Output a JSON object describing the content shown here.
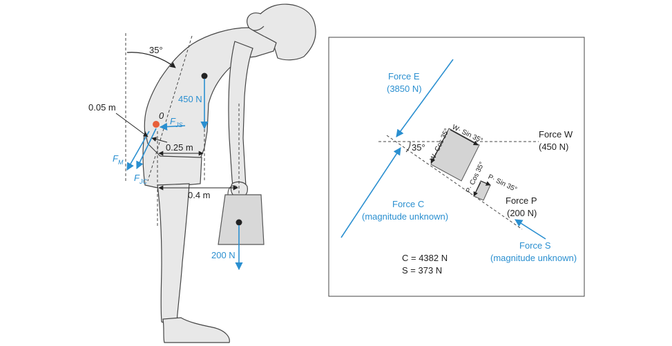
{
  "colors": {
    "force_blue": "#2a8fd0",
    "body_fill": "#e8e8e8",
    "body_stroke": "#444444",
    "origin_dot": "#e8603a",
    "weight_box_fill": "#d8d8d8"
  },
  "left_figure": {
    "angle_label": "35°",
    "moment_arm_small": "0.05 m",
    "origin_label": "0",
    "fjs_label": "F",
    "fjs_sub": "JS",
    "fm_label": "F",
    "fm_sub": "M",
    "fjc_label": "F",
    "fjc_sub": "JC",
    "dist_025": "0.25 m",
    "dist_04": "0.4 m",
    "torso_weight": "450 N",
    "box_weight": "200 N"
  },
  "right_panel": {
    "force_e": "Force E",
    "force_e_value": "(3850 N)",
    "force_w": "Force W",
    "force_w_value": "(450 N)",
    "angle": "35°",
    "w_cos": "W· Cos 35°",
    "w_sin": "W· Sin 35°",
    "p_cos": "P· Cos 35°",
    "p_sin": "P· Sin 35°",
    "force_p": "Force P",
    "force_p_value": "(200 N)",
    "force_c": "Force C",
    "force_c_value": "(magnitude unknown)",
    "force_s": "Force S",
    "force_s_value": "(magnitude unknown)",
    "result_c": "C = 4382 N",
    "result_s": "S = 373 N"
  }
}
